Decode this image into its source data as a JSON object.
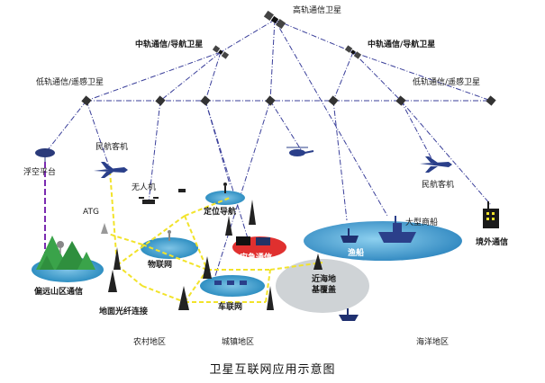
{
  "caption": "卫星互联网应用示意图",
  "labels": {
    "high_orbit": "高轨通信卫星",
    "mid_orbit_left": "中轨通信/导航卫星",
    "mid_orbit_right": "中轨通信/导航卫星",
    "low_orbit_left": "低轨通信/遥感卫星",
    "low_orbit_right": "低轨通信/遥感卫星",
    "civil_aircraft_left": "民航客机",
    "civil_aircraft_right": "民航客机",
    "floating_platform": "浮空平台",
    "uav": "无人机",
    "atg": "ATG",
    "positioning": "定位导航",
    "large_ship": "大型商船",
    "overseas": "境外通信",
    "iot": "物联网",
    "emergency": "应急通信",
    "fishing_boat": "渔船",
    "nearshore_1": "近海地",
    "nearshore_2": "基覆盖",
    "remote_mountain": "偏远山区通信",
    "ground_fiber": "地面光纤连接",
    "vehicle_net": "车联网",
    "rural": "农村地区",
    "urban": "城镇地区",
    "ocean": "海洋地区"
  },
  "colors": {
    "satellite_link": "#3a3f9a",
    "ground_link": "#f2e32a",
    "purple_link": "#7a2bb0",
    "ocean_blob": "#4aa3cf",
    "red_blob": "#e0302f",
    "grey_blob": "#cfd3d6"
  }
}
